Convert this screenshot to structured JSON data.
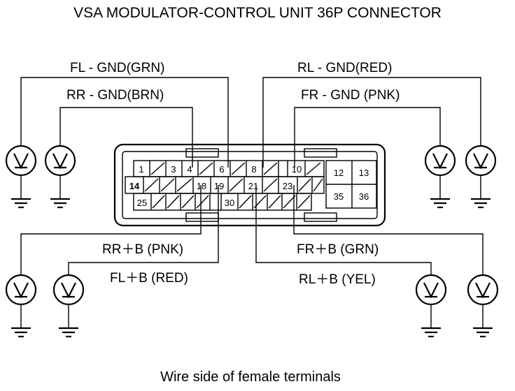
{
  "title": "VSA MODULATOR-CONTROL UNIT 36P CONNECTOR",
  "caption": "Wire side of female terminals",
  "wire_labels": {
    "fl_gnd": "FL - GND(GRN)",
    "rr_gnd": "RR - GND(BRN)",
    "rl_gnd": "RL - GND(RED)",
    "fr_gnd": "FR - GND (PNK)",
    "rr_b": "RR＋B (PNK)",
    "fl_b": "FL＋B (RED)",
    "fr_b": "FR＋B (GRN)",
    "rl_b": "RL＋B (YEL)"
  },
  "pins": {
    "p1": "1",
    "p3": "3",
    "p4": "4",
    "p6": "6",
    "p8": "8",
    "p10": "10",
    "p14": "14",
    "p18": "18",
    "p19": "19",
    "p21": "21",
    "p23": "23",
    "p25": "25",
    "p30": "30",
    "p12": "12",
    "p13": "13",
    "p35": "35",
    "p36": "36"
  }
}
